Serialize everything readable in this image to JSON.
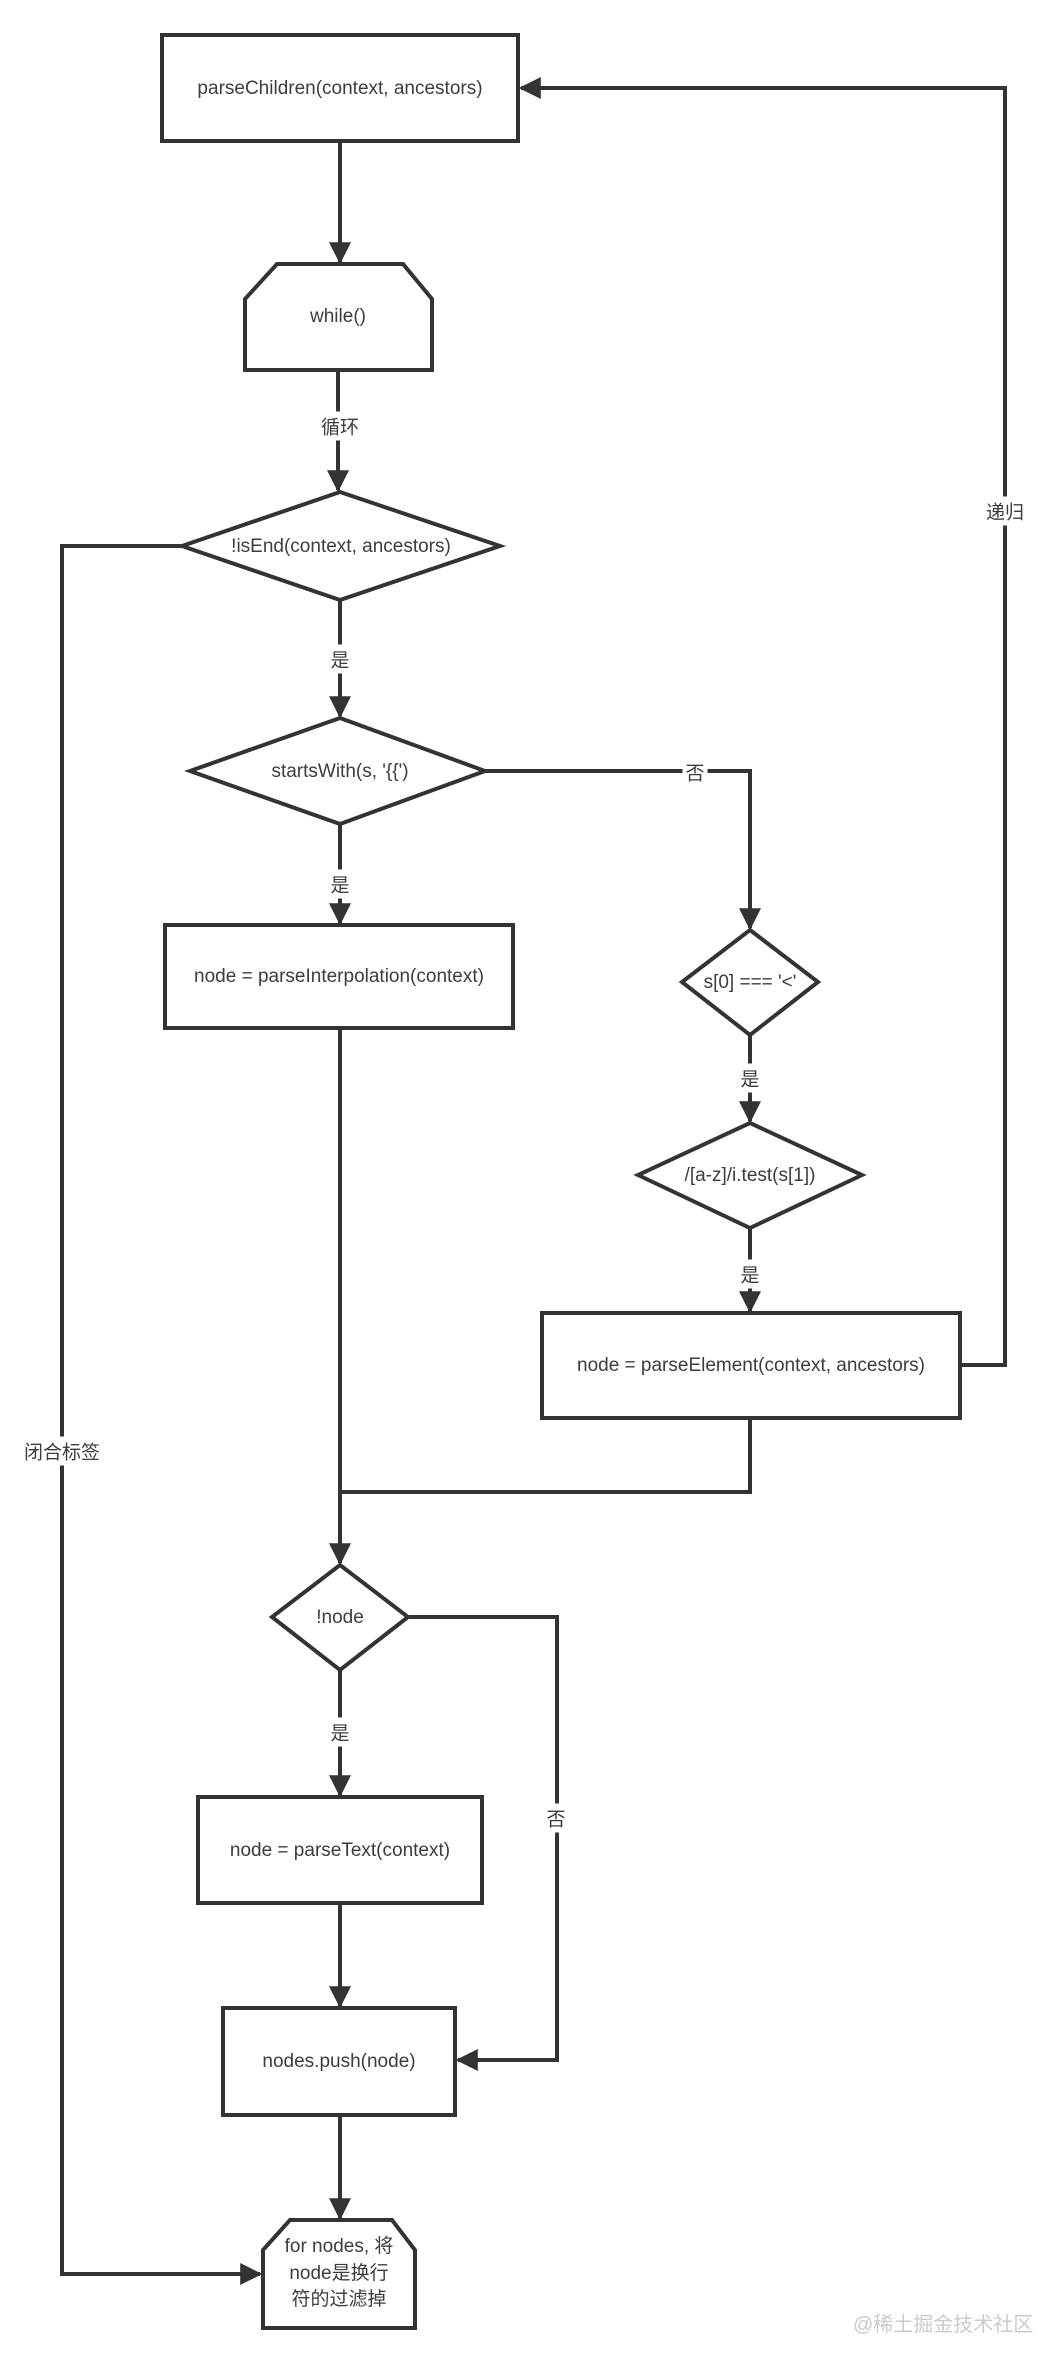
{
  "diagram": {
    "nodes": {
      "parse_children": "parseChildren(context, ancestors)",
      "while_loop": "while()",
      "is_end": "!isEnd(context, ancestors)",
      "starts_with": "startsWith(s, '{{')",
      "parse_interpolation": "node = parseInterpolation(context)",
      "char_check": "s[0] === '<'",
      "tag_name_check": "/[a-z]/i.test(s[1])",
      "parse_element": "node  = parseElement(context, ancestors)",
      "not_node": "!node",
      "parse_text": "node = parseText(context)",
      "nodes_push": "nodes.push(node)",
      "filter_lines": [
        "for nodes, 将",
        "node是换行",
        "符的过滤掉"
      ]
    },
    "edge_labels": {
      "loop": "循环",
      "yes": "是",
      "no": "否",
      "recursion": "递归",
      "closing_tag": "闭合标签"
    },
    "colors": {
      "stroke": "#333333",
      "text": "#3d3d3d",
      "watermark": "#cbcbcb"
    }
  },
  "watermark": "@稀土掘金技术社区"
}
